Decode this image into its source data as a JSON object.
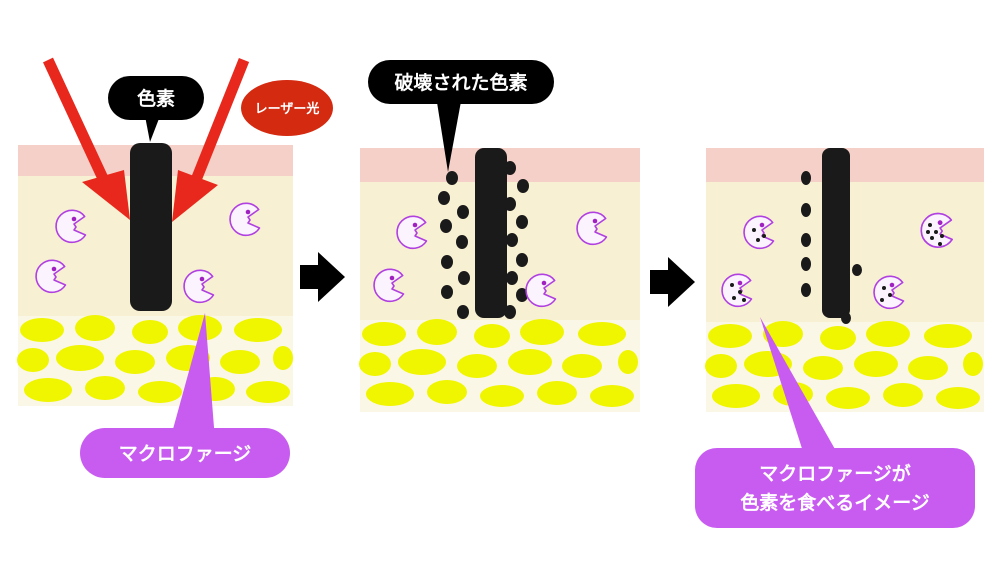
{
  "labels": {
    "pigment": "色素",
    "laser": "レーザー光",
    "destroyed_pigment": "破壊された色素",
    "macrophage": "マクロファージ",
    "macrophage_eating_line1": "マクロファージが",
    "macrophage_eating_line2": "色素を食べるイメージ"
  },
  "colors": {
    "epidermis": "#f5d0c8",
    "dermis": "#f7f0d2",
    "fat": "#f0f500",
    "pigment": "#1a1a1a",
    "laser": "#e8281c",
    "laser_label_bg": "#d42a10",
    "macrophage_outline": "#b040e0",
    "macrophage_callout": "#c85cf0",
    "arrow": "#000000"
  },
  "icons": {
    "macrophage": "pacman-cell-icon",
    "arrow": "right-arrow-icon"
  }
}
